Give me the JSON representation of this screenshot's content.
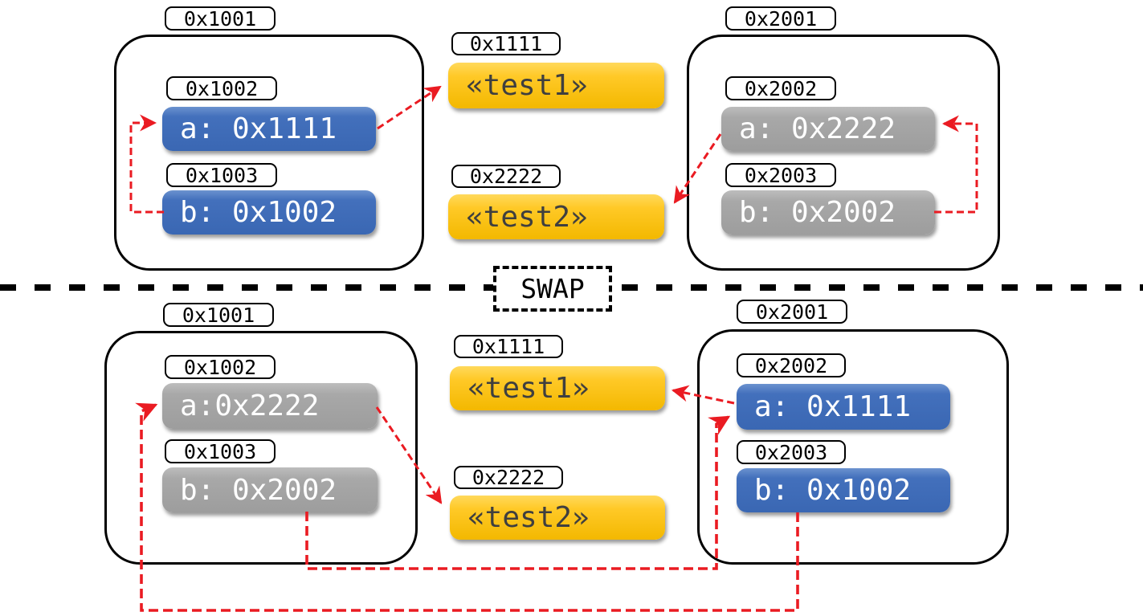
{
  "divider": {
    "label": "SWAP"
  },
  "colors": {
    "pointer_box_blue": "#3a67b3",
    "pointer_box_gray": "#9d9d9d",
    "string_box_yellow": "#ffc927",
    "arrow_red": "#ea1b22",
    "outline_black": "#000000"
  },
  "states": [
    {
      "frames": [
        {
          "address": "0x1001",
          "slots": [
            {
              "address": "0x1002",
              "value": "a: 0x1111"
            },
            {
              "address": "0x1003",
              "value": "b: 0x1002"
            }
          ]
        },
        {
          "address": "0x2001",
          "slots": [
            {
              "address": "0x2002",
              "value": "a: 0x2222"
            },
            {
              "address": "0x2003",
              "value": "b: 0x2002"
            }
          ]
        }
      ],
      "strings": [
        {
          "address": "0x1111",
          "value": "«test1»"
        },
        {
          "address": "0x2222",
          "value": "«test2»"
        }
      ]
    },
    {
      "frames": [
        {
          "address": "0x1001",
          "slots": [
            {
              "address": "0x1002",
              "value": "a:0x2222"
            },
            {
              "address": "0x1003",
              "value": "b: 0x2002"
            }
          ]
        },
        {
          "address": "0x2001",
          "slots": [
            {
              "address": "0x2002",
              "value": "a: 0x1111"
            },
            {
              "address": "0x2003",
              "value": "b: 0x1002"
            }
          ]
        }
      ],
      "strings": [
        {
          "address": "0x1111",
          "value": "«test1»"
        },
        {
          "address": "0x2222",
          "value": "«test2»"
        }
      ]
    }
  ]
}
